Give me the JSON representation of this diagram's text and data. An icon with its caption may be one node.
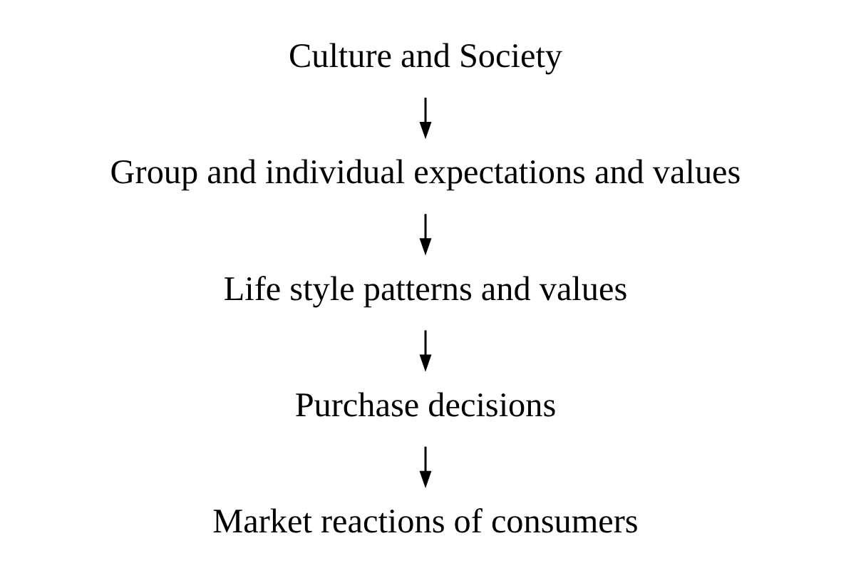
{
  "diagram": {
    "nodes": [
      {
        "text": [
          "Culture and Society"
        ]
      },
      {
        "text": [
          "Group and individual expectations and values"
        ]
      },
      {
        "text": [
          "Life style patterns and values"
        ]
      },
      {
        "text": [
          "Purchase decisions"
        ]
      },
      {
        "text": [
          "Market reactions of consumers"
        ]
      }
    ],
    "edges": [
      {
        "from": 0,
        "to": 1,
        "arrow": "to"
      },
      {
        "from": 1,
        "to": 2,
        "arrow": "to"
      },
      {
        "from": 2,
        "to": 3,
        "arrow": "to"
      },
      {
        "from": 3,
        "to": 4,
        "arrow": "to"
      }
    ]
  }
}
